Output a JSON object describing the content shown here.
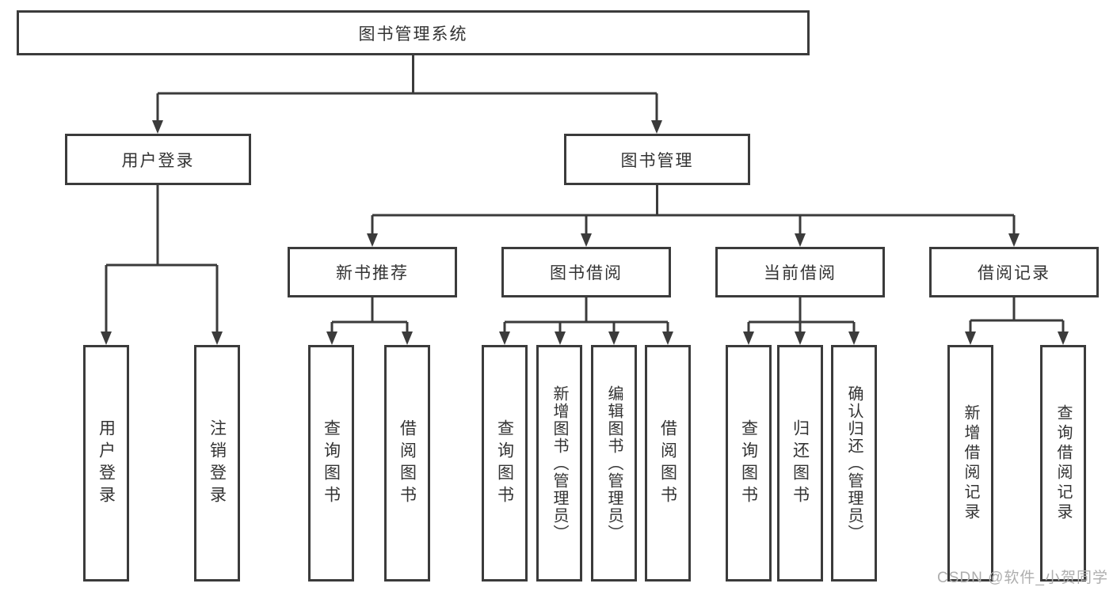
{
  "diagram": {
    "root": {
      "label": "图书管理系统"
    },
    "branches": [
      {
        "label": "用户登录",
        "children": [
          {
            "label": "用户登录"
          },
          {
            "label": "注销登录"
          }
        ]
      },
      {
        "label": "图书管理",
        "children": [
          {
            "label": "新书推荐",
            "children": [
              {
                "label": "查询图书"
              },
              {
                "label": "借阅图书"
              }
            ]
          },
          {
            "label": "图书借阅",
            "children": [
              {
                "label": "查询图书"
              },
              {
                "label": "新增图书（管理员）"
              },
              {
                "label": "编辑图书（管理员）"
              },
              {
                "label": "借阅图书"
              }
            ]
          },
          {
            "label": "当前借阅",
            "children": [
              {
                "label": "查询图书"
              },
              {
                "label": "归还图书"
              },
              {
                "label": "确认归还（管理员）"
              }
            ]
          },
          {
            "label": "借阅记录",
            "children": [
              {
                "label": "新增借阅记录"
              },
              {
                "label": "查询借阅记录"
              }
            ]
          }
        ]
      }
    ],
    "watermark": "CSDN @软件_小贺同学",
    "colors": {
      "line": "#3b3b3b",
      "text": "#333333",
      "watermark": "#aeaeae",
      "background": "#ffffff"
    }
  }
}
